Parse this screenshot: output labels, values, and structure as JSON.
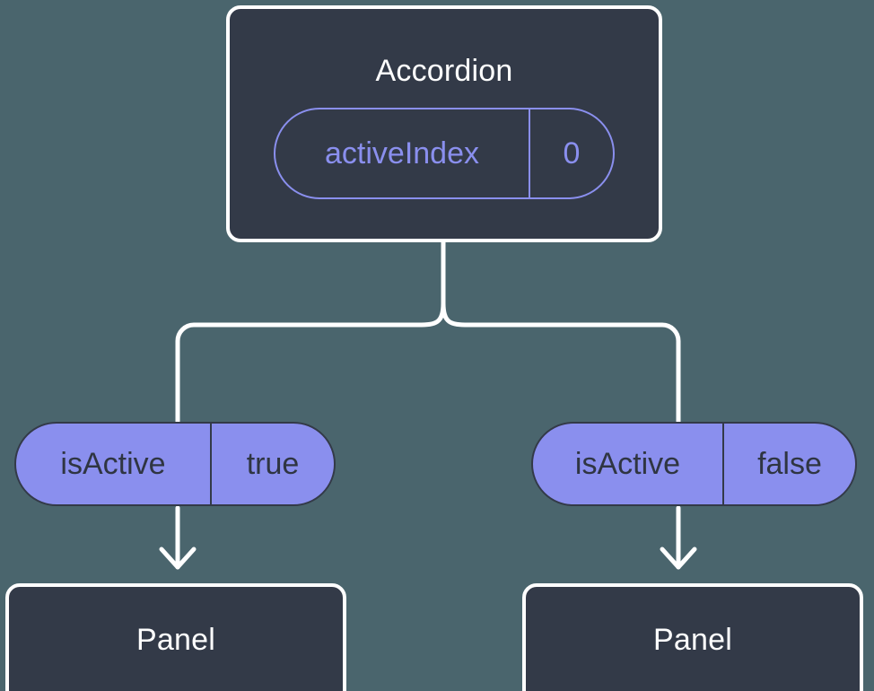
{
  "diagram": {
    "type": "component-state-tree",
    "background_color": "#4a656d",
    "node_fill_color": "#333a48",
    "node_border_color": "#ffffff",
    "accent_color": "#8a8fee",
    "connector_color": "#ffffff"
  },
  "root": {
    "title": "Accordion",
    "state_pill": {
      "key": "activeIndex",
      "value": "0",
      "style": "outline"
    }
  },
  "branches": [
    {
      "prop_pill": {
        "key": "isActive",
        "value": "true",
        "style": "filled"
      },
      "child": {
        "title": "Panel"
      }
    },
    {
      "prop_pill": {
        "key": "isActive",
        "value": "false",
        "style": "filled"
      },
      "child": {
        "title": "Panel"
      }
    }
  ]
}
